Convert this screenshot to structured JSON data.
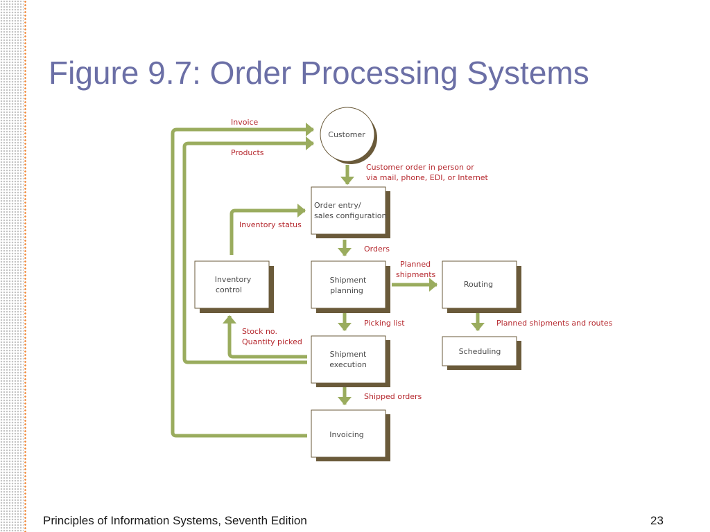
{
  "slide": {
    "title": "Figure 9.7: Order Processing Systems",
    "footer": "Principles of Information Systems, Seventh Edition",
    "page_number": "23"
  },
  "colors": {
    "title": "#6b6fa6",
    "arrow": "#9aac5e",
    "box_shadow": "#6a5a3a",
    "label_red": "#b5272d",
    "orange_accent": "#f0883a"
  },
  "diagram": {
    "nodes": {
      "customer": "Customer",
      "order_entry_line1": "Order entry/",
      "order_entry_line2": "sales configuration",
      "inventory_line1": "Inventory",
      "inventory_line2": "control",
      "shipment_planning_line1": "Shipment",
      "shipment_planning_line2": "planning",
      "routing": "Routing",
      "shipment_execution_line1": "Shipment",
      "shipment_execution_line2": "execution",
      "scheduling": "Scheduling",
      "invoicing": "Invoicing"
    },
    "edges": {
      "invoice": "Invoice",
      "products": "Products",
      "customer_order_line1": "Customer order in person or",
      "customer_order_line2": "via mail, phone, EDI, or Internet",
      "inventory_status": "Inventory status",
      "orders": "Orders",
      "planned_shipments_line1": "Planned",
      "planned_shipments_line2": "shipments",
      "picking_list": "Picking list",
      "planned_shipments_routes": "Planned shipments and routes",
      "stock_no": "Stock no.",
      "quantity_picked": "Quantity picked",
      "shipped_orders": "Shipped orders"
    }
  }
}
